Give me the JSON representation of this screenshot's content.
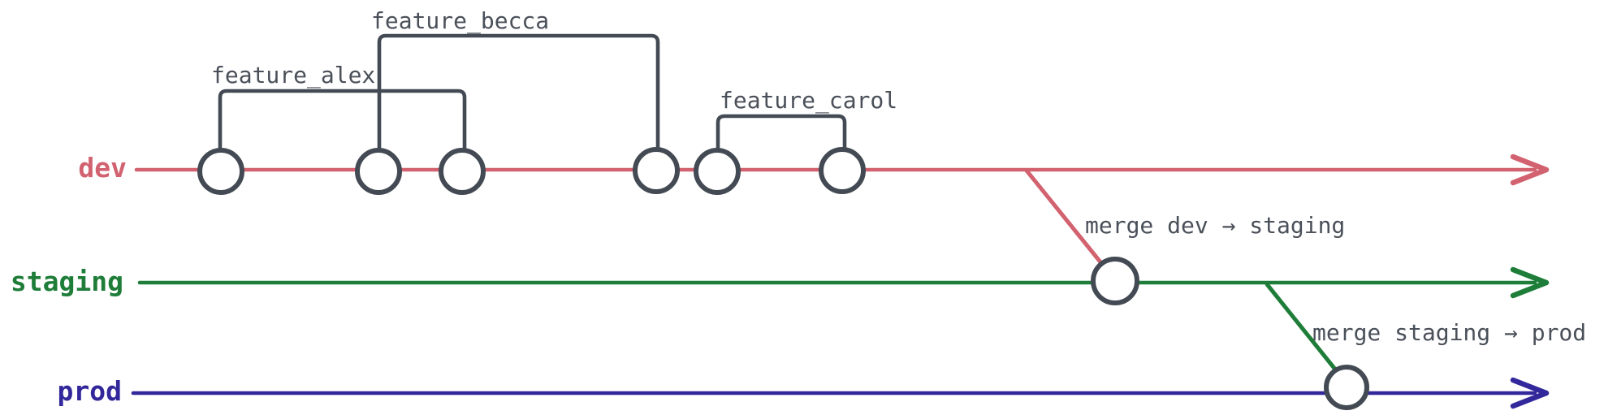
{
  "colors": {
    "ink": "#434a53",
    "ink_text": "#4a5059",
    "background": "#ffffff",
    "dev_pink": "#d2626f",
    "staging_green": "#1e7d38",
    "prod_indigo": "#33289b"
  },
  "branches": [
    {
      "name": "dev",
      "color": "#d2626f",
      "commit_count": 6
    },
    {
      "name": "staging",
      "color": "#1e7d38",
      "commit_count": 1
    },
    {
      "name": "prod",
      "color": "#33289b",
      "commit_count": 1
    }
  ],
  "features": [
    {
      "label": "feature_alex",
      "branch": "dev",
      "from_commit": 1,
      "to_commit": 3
    },
    {
      "label": "feature_becca",
      "branch": "dev",
      "from_commit": 2,
      "to_commit": 4
    },
    {
      "label": "feature_carol",
      "branch": "dev",
      "from_commit": 5,
      "to_commit": 6
    }
  ],
  "merges": [
    {
      "label": "merge dev → staging",
      "from": "dev",
      "to": "staging"
    },
    {
      "label": "merge staging → prod",
      "from": "staging",
      "to": "prod"
    }
  ]
}
